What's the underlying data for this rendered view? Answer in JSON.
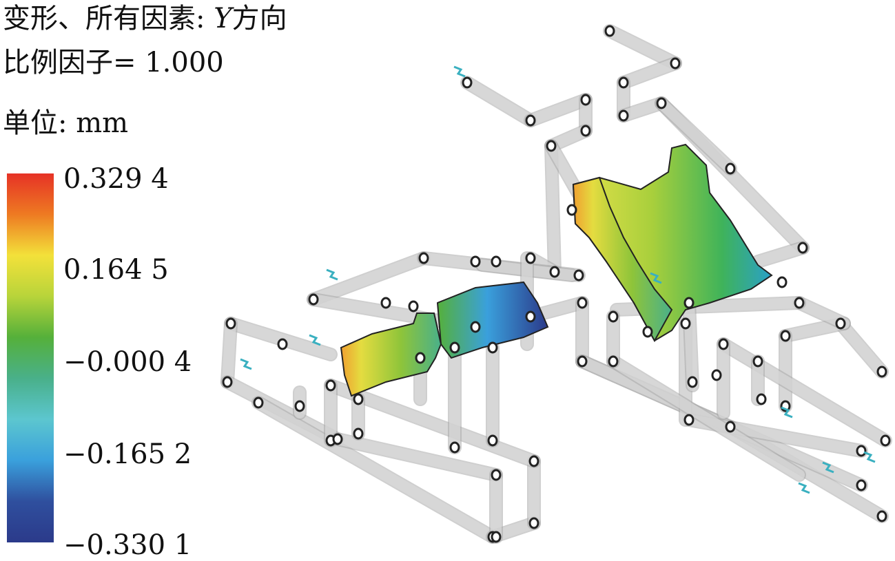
{
  "header": {
    "title_prefix": "变形、所有因素: ",
    "title_axis": "Y",
    "title_suffix": "方向",
    "scale_factor": "比例因子= 1.000",
    "unit": "单位: mm"
  },
  "legend": {
    "ticks": [
      "0.329 4",
      "0.164 5",
      "−0.000 4",
      "−0.165 2",
      "−0.330 1"
    ],
    "colors": [
      "#e63226",
      "#ee7a22",
      "#f3e13a",
      "#b8d43a",
      "#55b03a",
      "#49b08a",
      "#5cc6cf",
      "#3aa0dc",
      "#2f4f9e",
      "#2b3a8a"
    ]
  },
  "model_colors": {
    "frame": "#d9d9d9",
    "frame_edge": "#a8a8a8",
    "node": "#222222",
    "marker": "#3ab0c0"
  }
}
